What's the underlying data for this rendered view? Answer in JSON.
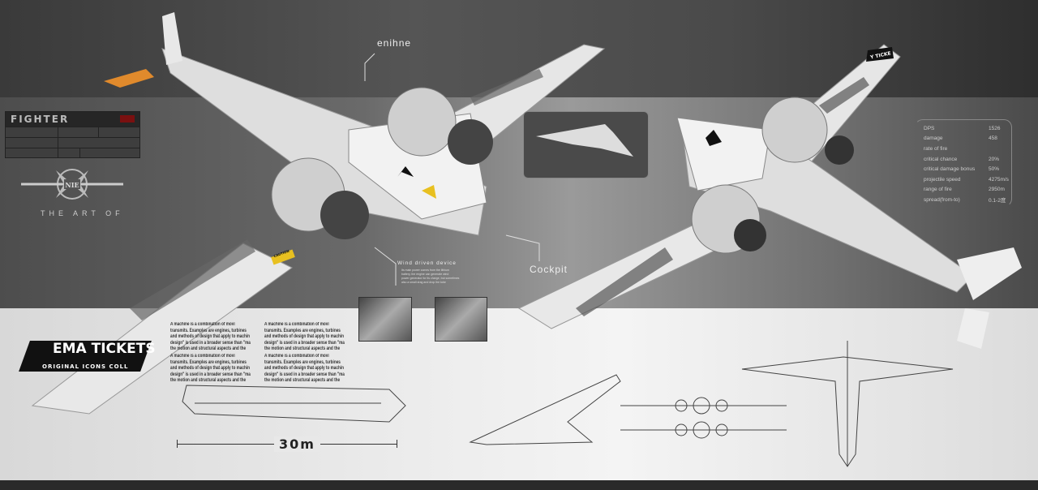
{
  "panel": {
    "title": "FIGHTER"
  },
  "logo": {
    "emblem_text": "NIE",
    "tagline": "THE ART OF"
  },
  "callouts": {
    "engine": "enihne",
    "cockpit": "Cockpit",
    "wind_title": "Wind driven device",
    "wind_body": [
      "Its main power comes from the lithium",
      "battery, the engine can generate wind",
      "power generator for its charge, but sometimes",
      "also a small drag and drop the tube"
    ]
  },
  "stats": [
    {
      "label": "DPS",
      "value": "1526"
    },
    {
      "label": "damage",
      "value": "458"
    },
    {
      "label": "rate of fire",
      "value": ""
    },
    {
      "label": "critical chance",
      "value": "20%"
    },
    {
      "label": "critical damage bonus",
      "value": "50%"
    },
    {
      "label": "projectile speed",
      "value": "4275m/s"
    },
    {
      "label": "range of fire",
      "value": "2950m"
    },
    {
      "label": "spread(from-to)",
      "value": "0.1-2度"
    }
  ],
  "paragraph": [
    "A machine is a combination of movi",
    "transmits. Examples are engines, turbines",
    "and methods of design that apply to machin",
    "design\" is used in a broader sense than \"ma",
    "the motion and structural aspects and the"
  ],
  "decal": {
    "title": "EMA TICKETS",
    "subtitle": "ORIGINAL ICONS COLL",
    "wing_text": "Y TICKE",
    "caution": "CAUTION"
  },
  "scale": {
    "label": "30m"
  }
}
